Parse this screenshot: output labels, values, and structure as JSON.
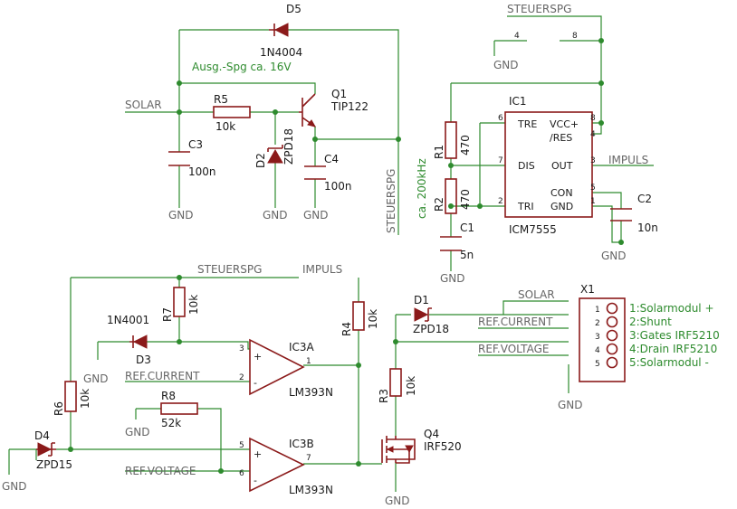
{
  "parts": {
    "d5": {
      "name": "D5",
      "value": "1N4004"
    },
    "q1": {
      "name": "Q1",
      "value": "TIP122"
    },
    "r5": {
      "name": "R5",
      "value": "10k"
    },
    "d2": {
      "name": "D2",
      "value": "ZPD18"
    },
    "c3": {
      "name": "C3",
      "value": "100n"
    },
    "c4": {
      "name": "C4",
      "value": "100n"
    },
    "r1": {
      "name": "R1",
      "value": "470"
    },
    "r2": {
      "name": "R2",
      "value": "470"
    },
    "c1": {
      "name": "C1",
      "value": "5n"
    },
    "c2": {
      "name": "C2",
      "value": "10n"
    },
    "ic1": {
      "name": "IC1",
      "value": "ICM7555",
      "pins": {
        "tre": "TRE",
        "dis": "DIS",
        "tri": "TRI",
        "vcc": "VCC+",
        "res": "/RES",
        "out": "OUT",
        "con": "CON",
        "gnd": "GND"
      }
    },
    "r7": {
      "name": "R7",
      "value": "10k"
    },
    "r4": {
      "name": "R4",
      "value": "10k"
    },
    "d3": {
      "name": "D3",
      "value": "1N4001"
    },
    "ic3a": {
      "name": "IC3A",
      "value": "LM393N"
    },
    "ic3b": {
      "name": "IC3B",
      "value": "LM393N"
    },
    "r6": {
      "name": "R6",
      "value": "10k"
    },
    "r8": {
      "name": "R8",
      "value": "52k"
    },
    "d4": {
      "name": "D4",
      "value": "ZPD15"
    },
    "d1": {
      "name": "D1",
      "value": "ZPD18"
    },
    "r3": {
      "name": "R3",
      "value": "10k"
    },
    "q4": {
      "name": "Q4",
      "value": "IRF520"
    },
    "x1": {
      "name": "X1"
    }
  },
  "nets": {
    "solar": "SOLAR",
    "steuerspg": "STEUERSPG",
    "impuls": "IMPULS",
    "gnd": "GND",
    "ref_current": "REF.CURRENT",
    "ref_voltage": "REF.VOLTAGE"
  },
  "annotations": {
    "ausg_spg": "Ausg.-Spg ca. 16V",
    "freq": "ca. 200kHz"
  },
  "pin_numbers": {
    "p1": "1",
    "p2": "2",
    "p3": "3",
    "p4": "4",
    "p5": "5",
    "p6": "6",
    "p7": "7",
    "p8": "8",
    "p_plus": "+",
    "p_minus": "-"
  },
  "connector": [
    {
      "num": "1",
      "label": "1:Solarmodul +"
    },
    {
      "num": "2",
      "label": "2:Shunt"
    },
    {
      "num": "3",
      "label": "3:Gates IRF5210"
    },
    {
      "num": "4",
      "label": "4:Drain IRF5210"
    },
    {
      "num": "5",
      "label": "5:Solarmodul -"
    }
  ],
  "colors": {
    "wire": "#2e8b2e",
    "part": "#8b1a1a",
    "text": "#1a1a1a",
    "net_label": "#666666"
  }
}
